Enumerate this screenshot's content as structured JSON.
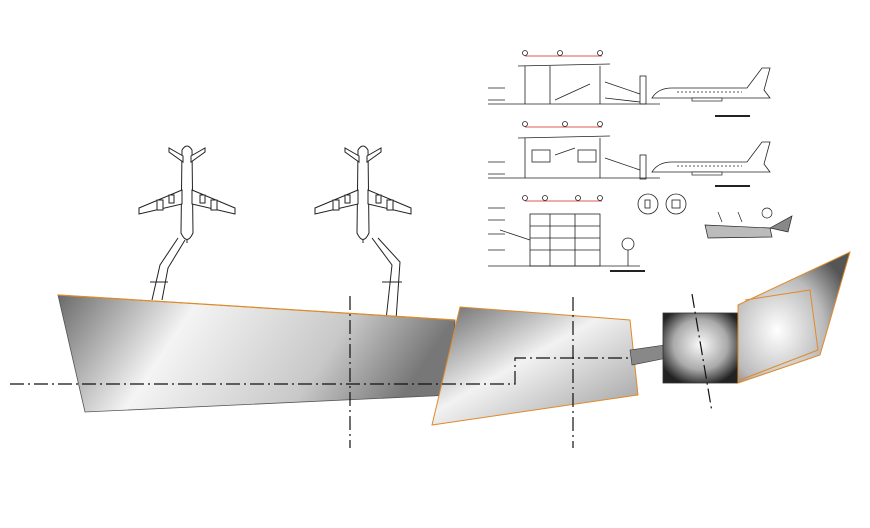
{
  "colors": {
    "background": "#ffffff",
    "outline_accent": "#e08a2a",
    "line": "#111111",
    "dimension_red": "#d42020"
  },
  "drawing": {
    "views": [
      "site-plan",
      "section-1",
      "section-2",
      "elevation",
      "detail-circles",
      "key-plan"
    ]
  }
}
